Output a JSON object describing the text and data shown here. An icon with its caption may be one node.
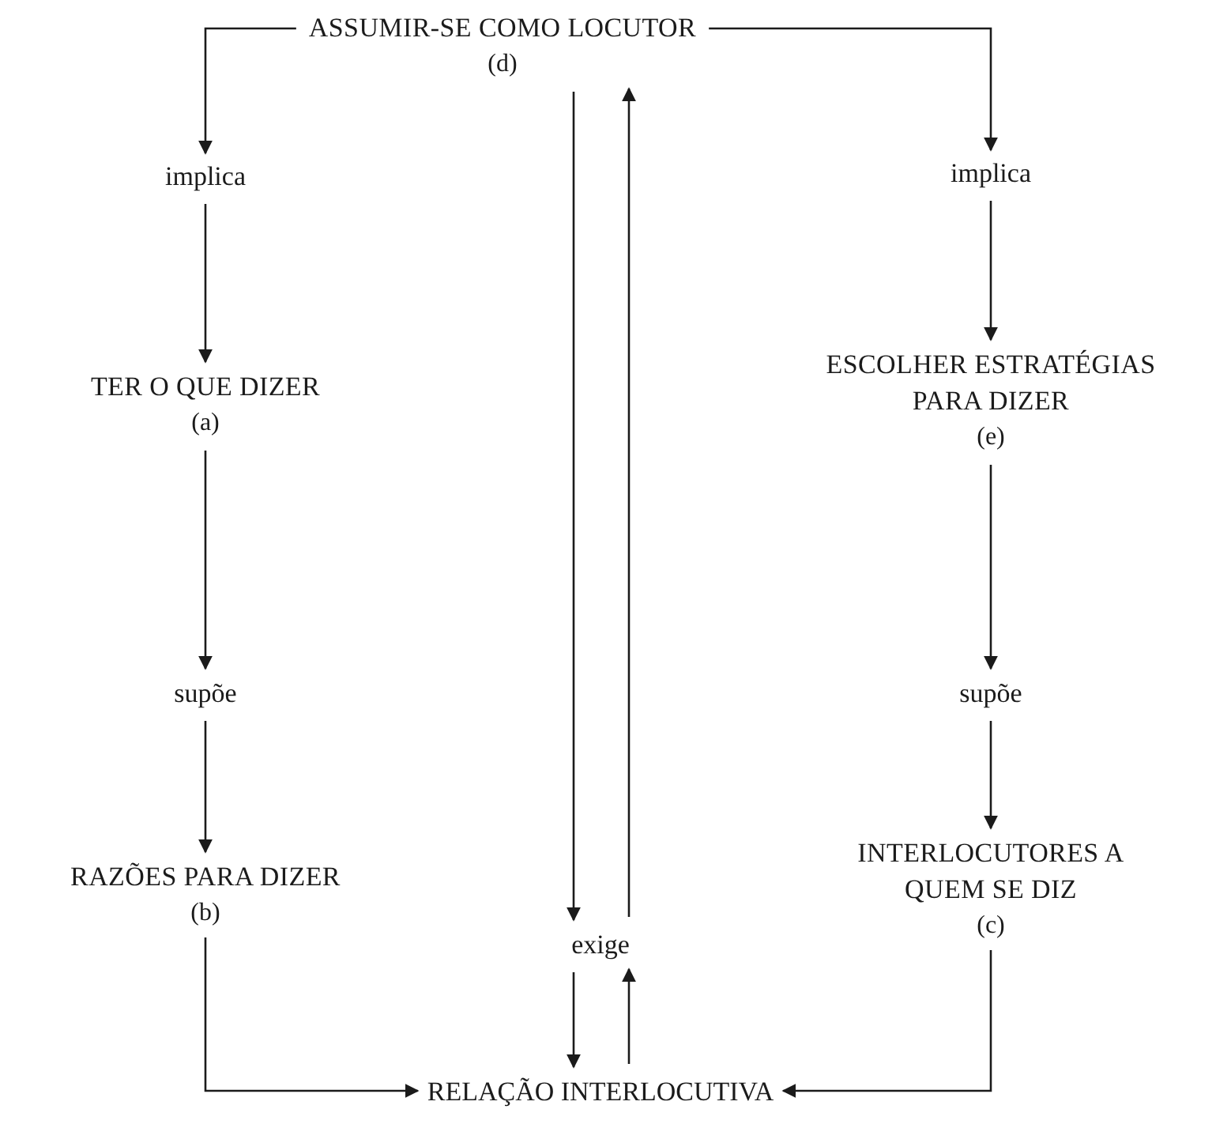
{
  "diagram": {
    "nodes": [
      {
        "text": [
          "ASSUMIR-SE COMO LOCUTOR",
          "(d)"
        ]
      },
      {
        "text": [
          "implica"
        ]
      },
      {
        "text": [
          "implica"
        ]
      },
      {
        "text": [
          "TER O QUE DIZER",
          "(a)"
        ]
      },
      {
        "text": [
          "ESCOLHER ESTRATÉGIAS PARA DIZER",
          "(e)"
        ]
      },
      {
        "text": [
          "supõe"
        ]
      },
      {
        "text": [
          "supõe"
        ]
      },
      {
        "text": [
          "RAZÕES PARA DIZER",
          "(b)"
        ]
      },
      {
        "text": [
          "INTERLOCUTORES A QUEM SE DIZ",
          "(c)"
        ]
      },
      {
        "text": [
          "exige"
        ]
      },
      {
        "text": [
          "RELAÇÃO INTERLOCUTIVA"
        ]
      }
    ],
    "edges": [
      {
        "from": 0,
        "to": 1,
        "arrow": "to"
      },
      {
        "from": 0,
        "to": 2,
        "arrow": "to"
      },
      {
        "from": 1,
        "to": 3,
        "arrow": "to"
      },
      {
        "from": 2,
        "to": 4,
        "arrow": "to"
      },
      {
        "from": 3,
        "to": 5,
        "arrow": "to"
      },
      {
        "from": 4,
        "to": 6,
        "arrow": "to"
      },
      {
        "from": 5,
        "to": 7,
        "arrow": "to"
      },
      {
        "from": 6,
        "to": 8,
        "arrow": "to"
      },
      {
        "from": 0,
        "to": 9,
        "arrow": "to"
      },
      {
        "from": 9,
        "to": 0,
        "arrow": "to"
      },
      {
        "from": 9,
        "to": 10,
        "arrow": "to"
      },
      {
        "from": 10,
        "to": 9,
        "arrow": "to"
      },
      {
        "from": 7,
        "to": 10,
        "arrow": "to"
      },
      {
        "from": 8,
        "to": 10,
        "arrow": "to"
      }
    ]
  }
}
